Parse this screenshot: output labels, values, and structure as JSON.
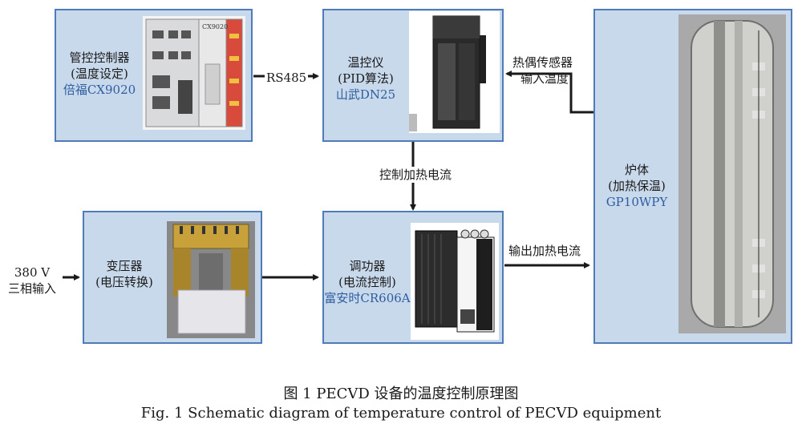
{
  "nodes": {
    "controller": {
      "line1": "管控控制器",
      "line2": "(温度设定)",
      "model": "倍福CX9020"
    },
    "pid": {
      "line1": "温控仪",
      "line2": "(PID算法)",
      "model": "山武DN25"
    },
    "transformer": {
      "line1": "变压器",
      "line2": "(电压转换)"
    },
    "power_regulator": {
      "line1": "调功器",
      "line2": "(电流控制)",
      "model": "富安时CR606A"
    },
    "furnace": {
      "line1": "炉体",
      "line2": "(加热保温)",
      "model": "GP10WPY"
    }
  },
  "edges": {
    "rs485": "RS485",
    "thermocouple_line1": "热偶传感器",
    "thermocouple_line2": "输入温度",
    "control_current": "控制加热电流",
    "input_line1": "380 V",
    "input_line2": "三相输入",
    "output_current": "输出加热电流"
  },
  "device_labels": {
    "cx9020_tag": "CX9020"
  },
  "caption": {
    "zh": "图 1  PECVD 设备的温度控制原理图",
    "en": "Fig. 1  Schematic diagram of temperature control of PECVD equipment"
  },
  "colors": {
    "box_fill": "#c9d9ec",
    "box_border": "#4f7cb8",
    "model_text": "#2e5d9f",
    "arrow": "#1a1a1a"
  }
}
